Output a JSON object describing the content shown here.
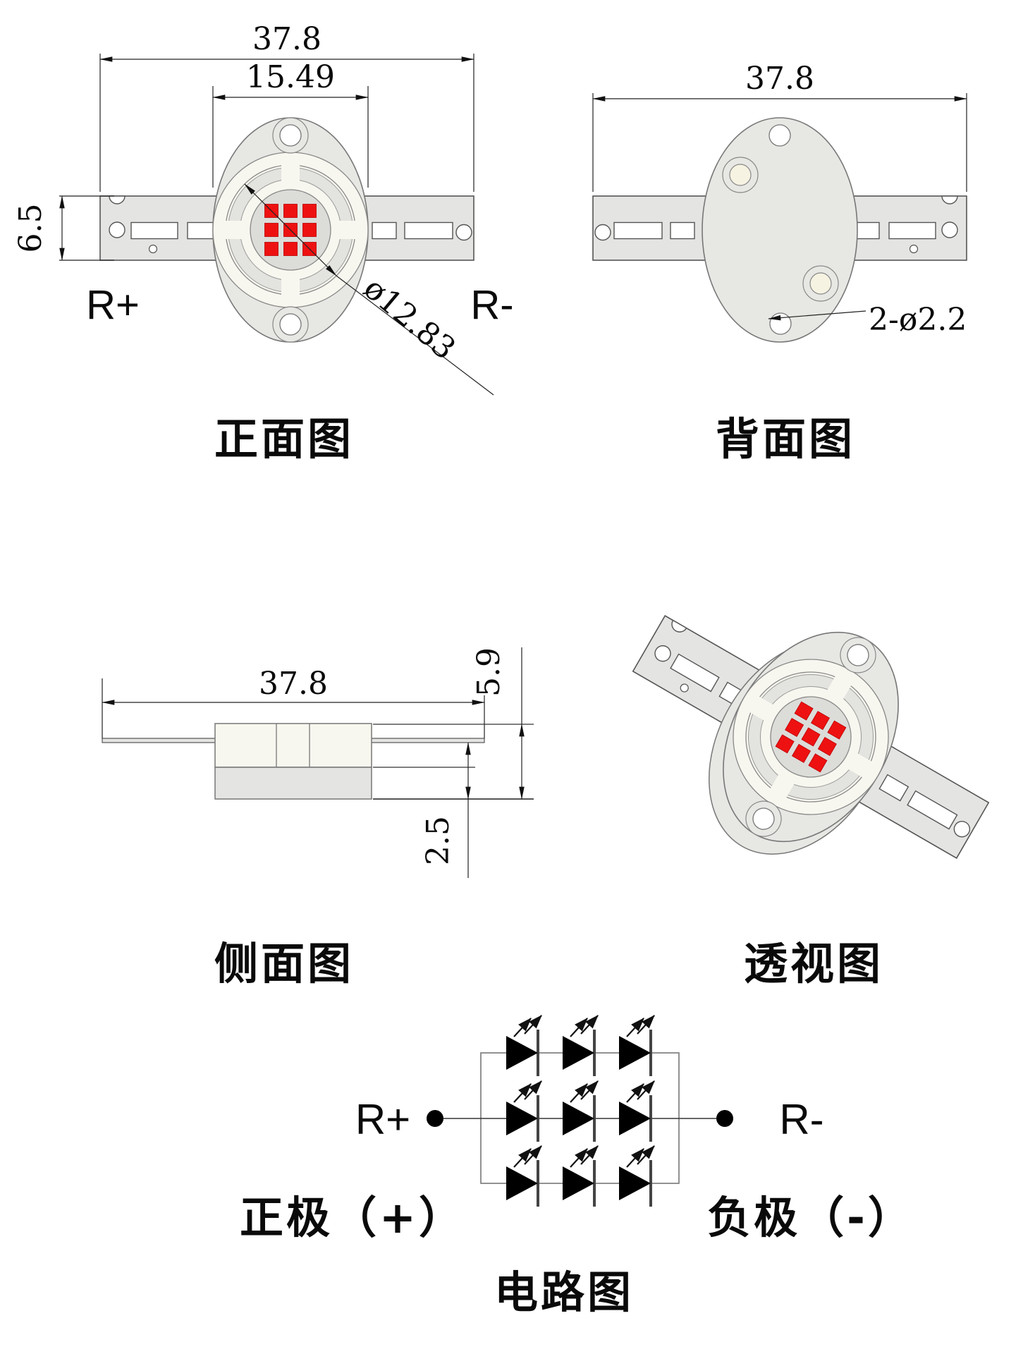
{
  "views": {
    "front": {
      "label": "正面图",
      "dims": {
        "width": "37.8",
        "flange": "15.49",
        "bracket_height": "6.5",
        "lens_diameter": "ø12.83"
      },
      "anode": "R+",
      "cathode": "R-"
    },
    "back": {
      "label": "背面图",
      "dims": {
        "width": "37.8",
        "holes": "2-ø2.2"
      }
    },
    "side": {
      "label": "侧面图",
      "dims": {
        "width": "37.8",
        "height": "5.9",
        "base_offset": "2.5"
      }
    },
    "perspective": {
      "label": "透视图"
    },
    "circuit": {
      "label": "电路图",
      "anode": "R+",
      "cathode": "R-",
      "positive": "正极（+）",
      "negative": "负极（-）",
      "led_rows": 3,
      "led_cols": 3
    },
    "colors": {
      "metal": "#e4e4e2",
      "body": "#e7e7e4",
      "face": "#f8f7ef",
      "band": "#e3e3df",
      "lens": "#dcdcd9",
      "chip": "#ee1111",
      "boss": "#f6f3e2"
    }
  }
}
